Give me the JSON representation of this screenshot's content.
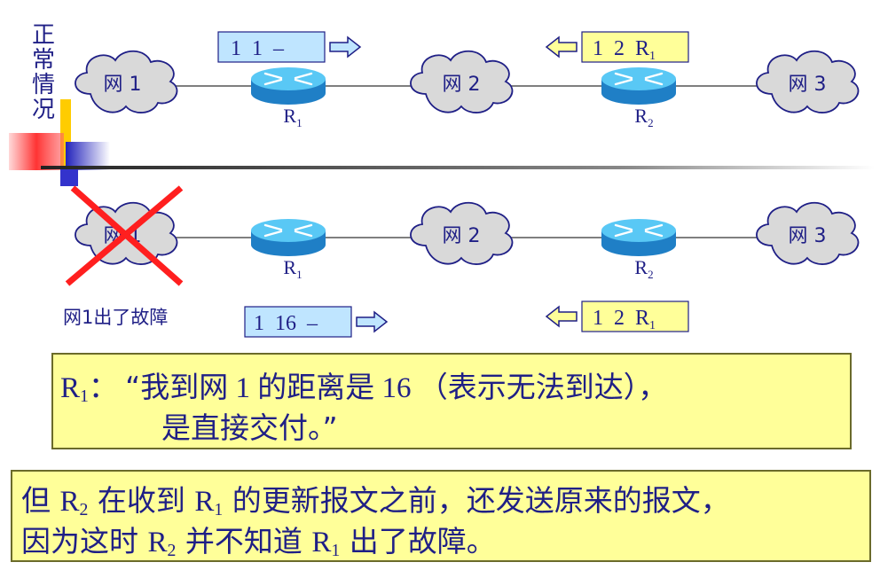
{
  "side_label": "正常情况",
  "fault_label": "网1出了故障",
  "top_row": {
    "nets": [
      "网 1",
      "网 2",
      "网 3"
    ],
    "routers": [
      {
        "name": "R",
        "sub": "1"
      },
      {
        "name": "R",
        "sub": "2"
      }
    ],
    "msg_left": {
      "text": "1  1  –",
      "direction": "right"
    },
    "msg_right": {
      "text": "1  2  R",
      "sub": "1",
      "direction": "left"
    }
  },
  "bottom_row": {
    "nets": [
      "网 1",
      "网 2",
      "网 3"
    ],
    "routers": [
      {
        "name": "R",
        "sub": "1"
      },
      {
        "name": "R",
        "sub": "2"
      }
    ],
    "msg_left": {
      "text": "1  16  –",
      "direction": "right"
    },
    "msg_right": {
      "text": "1  2  R",
      "sub": "1",
      "direction": "left"
    },
    "net1_failed": true
  },
  "note_r1": {
    "speaker": "R",
    "speaker_sub": "1",
    "sep": "：",
    "open_quote": "“",
    "part_a": "我到网",
    "num_a": " 1 ",
    "part_b": "的距离是",
    "num_b": " 16 ",
    "part_c": "（表示无法到达），",
    "line2": "是直接交付。”"
  },
  "note_r2": {
    "a": "但 ",
    "r2": "R",
    "r2_sub": "2",
    "b": " 在收到 ",
    "r1": "R",
    "r1_sub": "1",
    "c": " 的更新报文之前，还发送原来的报文，",
    "d": "因为这时 ",
    "r2b": "R",
    "r2b_sub": "2",
    "e": " 并不知道 ",
    "r1b": "R",
    "r1b_sub": "1",
    "f": " 出了故障。"
  },
  "colors": {
    "text": "#1f1f86",
    "cloud_fill": "#d9d9d9",
    "cloud_stroke": "#1f1f86",
    "router_top": "#59c8f5",
    "router_side": "#1f7fc6",
    "msg_blue": "#bfe5ff",
    "msg_yellow": "#ffff99",
    "cross": "#ff1f1f",
    "accent_yellow": "#ffcc00",
    "accent_red": "#ff3333",
    "accent_blue": "#3333cc"
  }
}
